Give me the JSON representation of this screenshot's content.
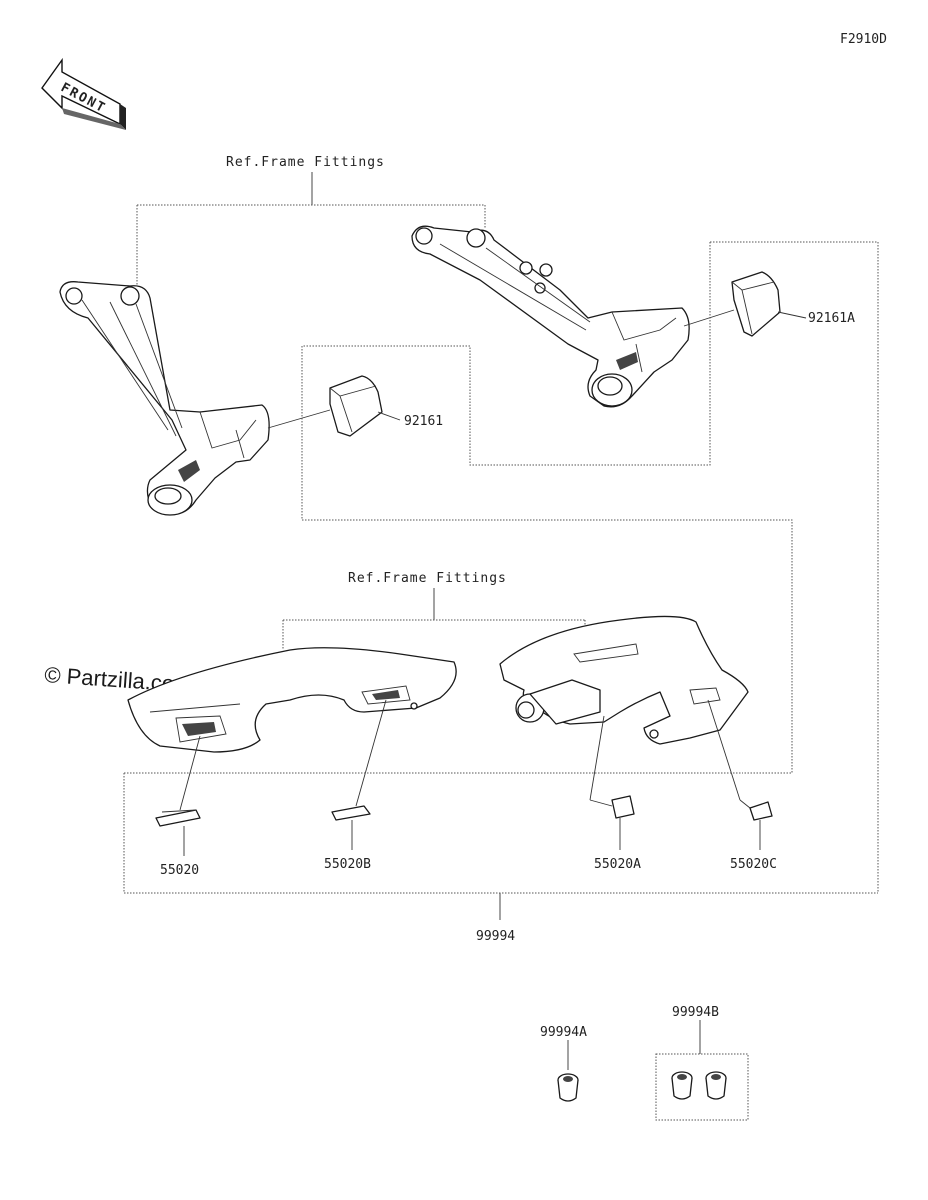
{
  "figure_code": "F2910D",
  "front_arrow": "FRONT",
  "watermark": "© Partzilla.com",
  "ref_frame_fittings": "Ref.Frame Fittings",
  "parts": {
    "p92161": "92161",
    "p92161A": "92161A",
    "p55020": "55020",
    "p55020B": "55020B",
    "p55020A": "55020A",
    "p55020C": "55020C",
    "p99994": "99994",
    "p99994A": "99994A",
    "p99994B": "99994B"
  }
}
